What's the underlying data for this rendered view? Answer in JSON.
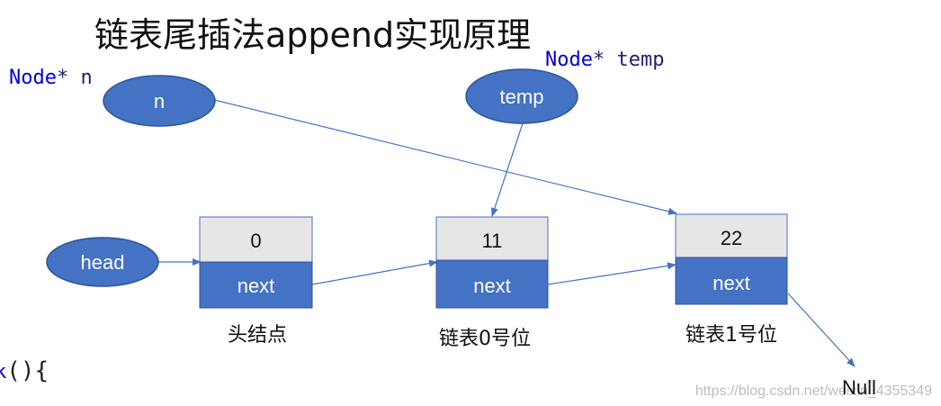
{
  "title": "链表尾插法append实现原理",
  "code_labels": {
    "n_type": "Node",
    "n_rest": "* n",
    "temp_type": "Node",
    "temp_rest": "* temp",
    "bottom_left_a": "k",
    "bottom_left_b": "(){"
  },
  "ellipses": {
    "n": "n",
    "temp": "temp",
    "head": "head"
  },
  "nodes": [
    {
      "value": "0",
      "next_label": "next",
      "caption": "头结点"
    },
    {
      "value": "11",
      "next_label": "next",
      "caption": "链表0号位"
    },
    {
      "value": "22",
      "next_label": "next",
      "caption": "链表1号位"
    }
  ],
  "null_label": "Null",
  "watermark": "https://blog.csdn.net/weixin_4355349",
  "colors": {
    "ellipse_fill": "#4472c4",
    "ellipse_stroke": "#2f5597",
    "value_box": "#e7e6e6",
    "next_box": "#4472c4",
    "arrow": "#4472c4"
  }
}
